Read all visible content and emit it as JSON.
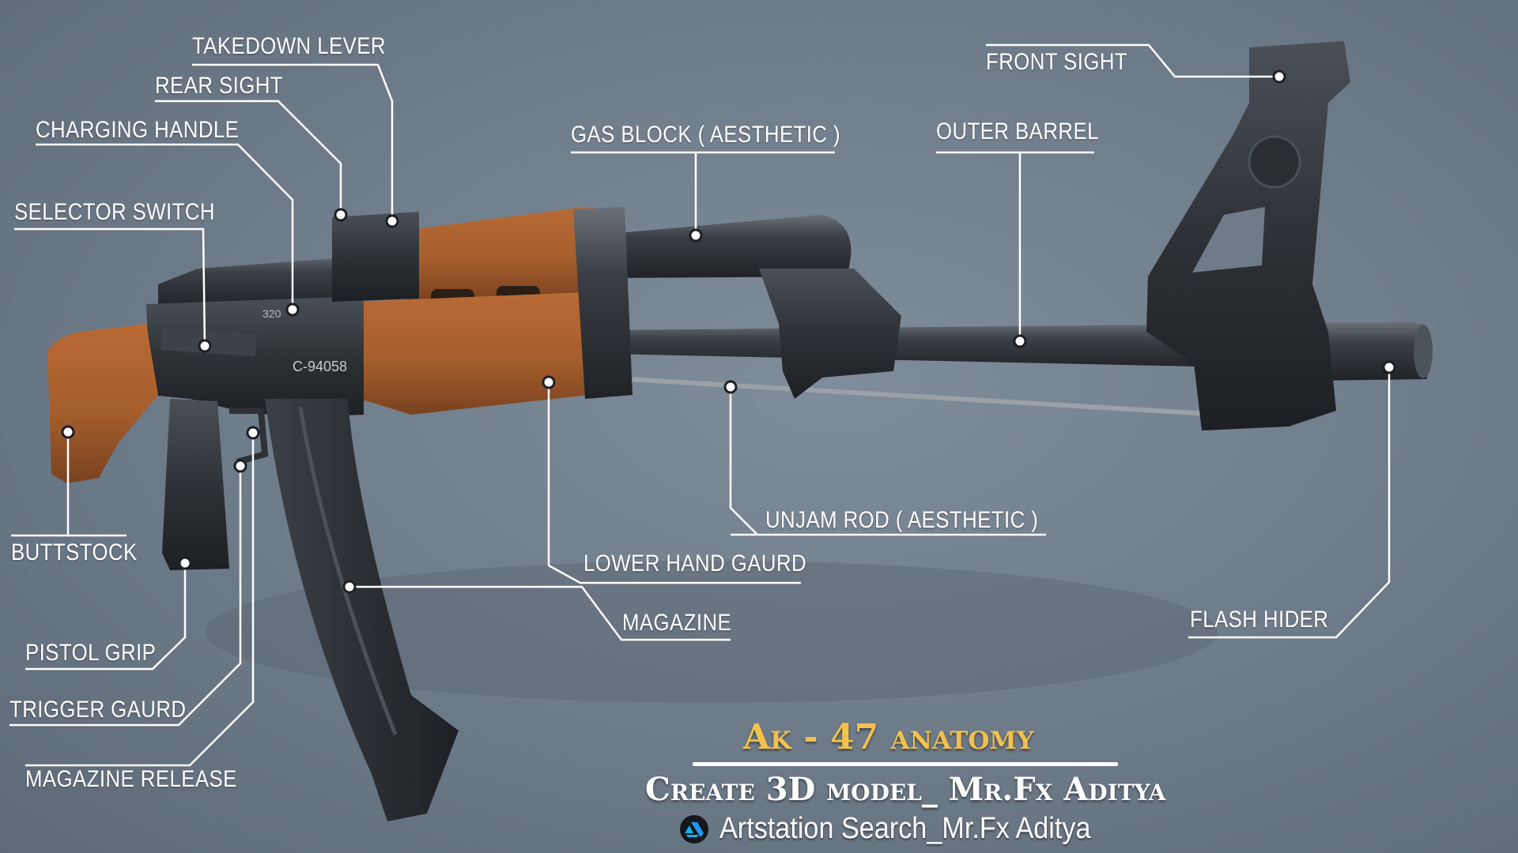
{
  "labels": {
    "takedown_lever": "TAKEDOWN LEVER",
    "rear_sight": "REAR SIGHT",
    "charging_handle": "CHARGING HANDLE",
    "selector_switch": "SELECTOR SWITCH",
    "buttstock": "BUTTSTOCK",
    "pistol_grip": "PISTOL GRIP",
    "trigger_guard": "TRIGGER GAURD",
    "magazine_release": "MAGAZINE RELEASE",
    "gas_block": "GAS BLOCK ( AESTHETIC )",
    "outer_barrel": "OUTER BARREL",
    "front_sight": "FRONT SIGHT",
    "unjam_rod": "UNJAM ROD ( AESTHETIC )",
    "lower_hand_guard": "LOWER HAND GAURD",
    "magazine": "MAGAZINE",
    "flash_hider": "FLASH HIDER"
  },
  "title": {
    "main": "Ak - 47 anatomy",
    "credit": "Create 3D model_ Mr.Fx Aditya",
    "artstation": "Artstation Search_Mr.Fx Aditya"
  },
  "stamps": {
    "receiver_stamp": "C-94058",
    "receiver_number": "320"
  },
  "colors": {
    "background": "#6c7987",
    "title_gold": "#f2c14e",
    "wood": "#a55e2c",
    "metal": "#2e3237",
    "leader_line": "#ffffff"
  },
  "icons": [
    "artstation-icon"
  ]
}
